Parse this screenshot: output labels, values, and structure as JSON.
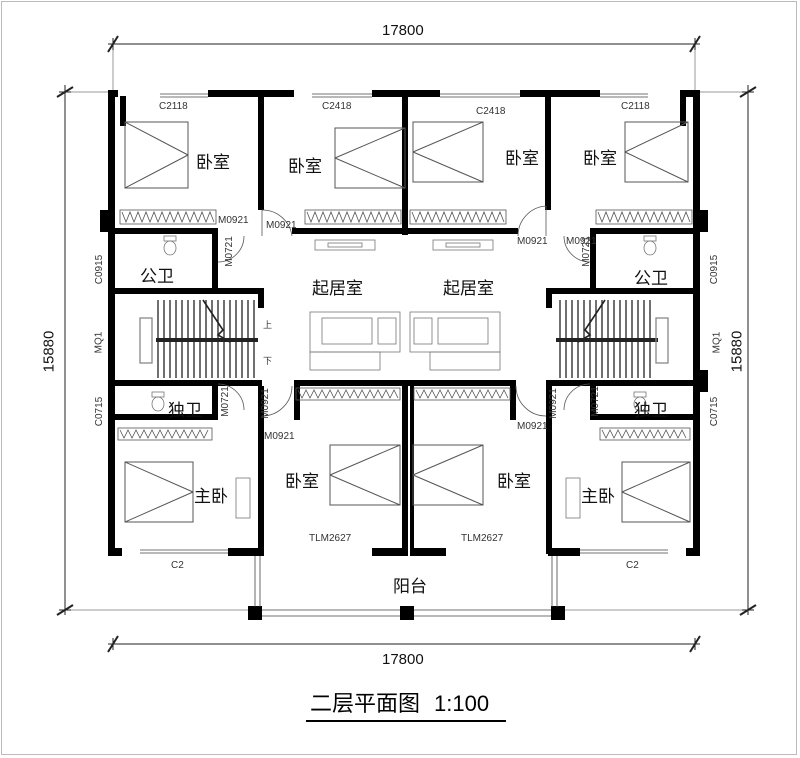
{
  "title": {
    "name": "二层平面图",
    "scale": "1:100"
  },
  "dimensions": {
    "top_total": "17800",
    "bottom_total": "17800",
    "left_total": "15880",
    "right_total": "15880"
  },
  "rooms": {
    "bedroom_top_1": "卧室",
    "bedroom_top_2": "卧室",
    "bedroom_top_3": "卧室",
    "bedroom_top_4": "卧室",
    "living_left": "起居室",
    "living_right": "起居室",
    "public_bath_left": "公卫",
    "public_bath_right": "公卫",
    "private_bath_left": "独卫",
    "private_bath_right": "独卫",
    "master_left": "主卧",
    "master_right": "主卧",
    "bedroom_bottom_left": "卧室",
    "bedroom_bottom_right": "卧室",
    "balcony": "阳台"
  },
  "codes": {
    "window_top_1": "C2118",
    "window_top_2": "C2418",
    "window_top_3": "C2418",
    "window_top_4": "C2118",
    "door_m0921_a": "M0921",
    "door_m0921_b": "M0921",
    "door_m0921_c": "M0921",
    "door_m0921_d": "M0921",
    "door_m0921_e": "M0921",
    "door_m0921_f": "M0921",
    "door_m0921_g": "M0921",
    "door_m0921_h": "M0921",
    "door_m0721_a": "M0721",
    "door_m0721_b": "M0721",
    "door_m0721_c": "M0721",
    "door_m0721_d": "M0721",
    "window_c0915_left": "C0915",
    "window_c0915_right": "C0915",
    "window_c0715_left": "C0715",
    "window_c0715_right": "C0715",
    "door_mq1_left": "MQ1",
    "door_mq1_right": "MQ1",
    "window_c2_left": "C2",
    "window_c2_right": "C2",
    "door_tlm_left": "TLM2627",
    "door_tlm_right": "TLM2627"
  },
  "stairs": {
    "up": "上",
    "down": "下"
  },
  "colors": {
    "wall": "#000000",
    "line": "#333333",
    "furniture": "#777777"
  }
}
